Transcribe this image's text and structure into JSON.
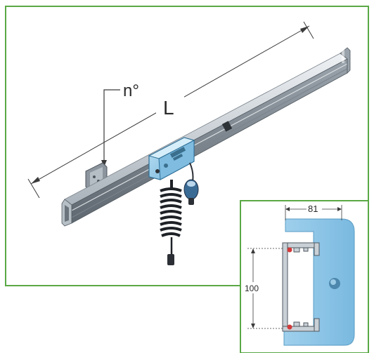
{
  "main_view": {
    "angle_label": "n°",
    "length_label": "L"
  },
  "detail_view": {
    "width_label": "81",
    "height_label": "100"
  },
  "colors": {
    "frame_green": "#5aa845",
    "rail_aluminium": "#c4cbd1",
    "carriage_blue": "#8fc6e6",
    "cable_dark": "#1e2126",
    "dimension_red": "#d23a3a"
  }
}
